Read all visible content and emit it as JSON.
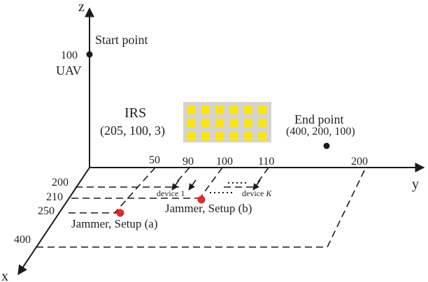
{
  "axes": {
    "z": "z",
    "y": "y",
    "x": "x"
  },
  "start": {
    "label": "Start point",
    "z_tick": "100",
    "uav": "UAV"
  },
  "irs": {
    "title": "IRS",
    "coords": "(205, 100, 3)",
    "tile_color": "#ffe600",
    "panel_color": "#d3d3d3",
    "rows": 3,
    "cols": 6
  },
  "end": {
    "label": "End point",
    "coords": "(400, 200, 100)"
  },
  "y_ticks": [
    "50",
    "90",
    "100",
    "110",
    "200"
  ],
  "x_ticks": [
    "200",
    "210",
    "250",
    "400"
  ],
  "devices": {
    "first_prefix": "device",
    "first_index": "1",
    "last_prefix": "device",
    "last_index": "K"
  },
  "jammers": {
    "a": "Jammer, Setup (a)",
    "b": "Jammer, Setup (b)",
    "color": "#e8262b"
  }
}
